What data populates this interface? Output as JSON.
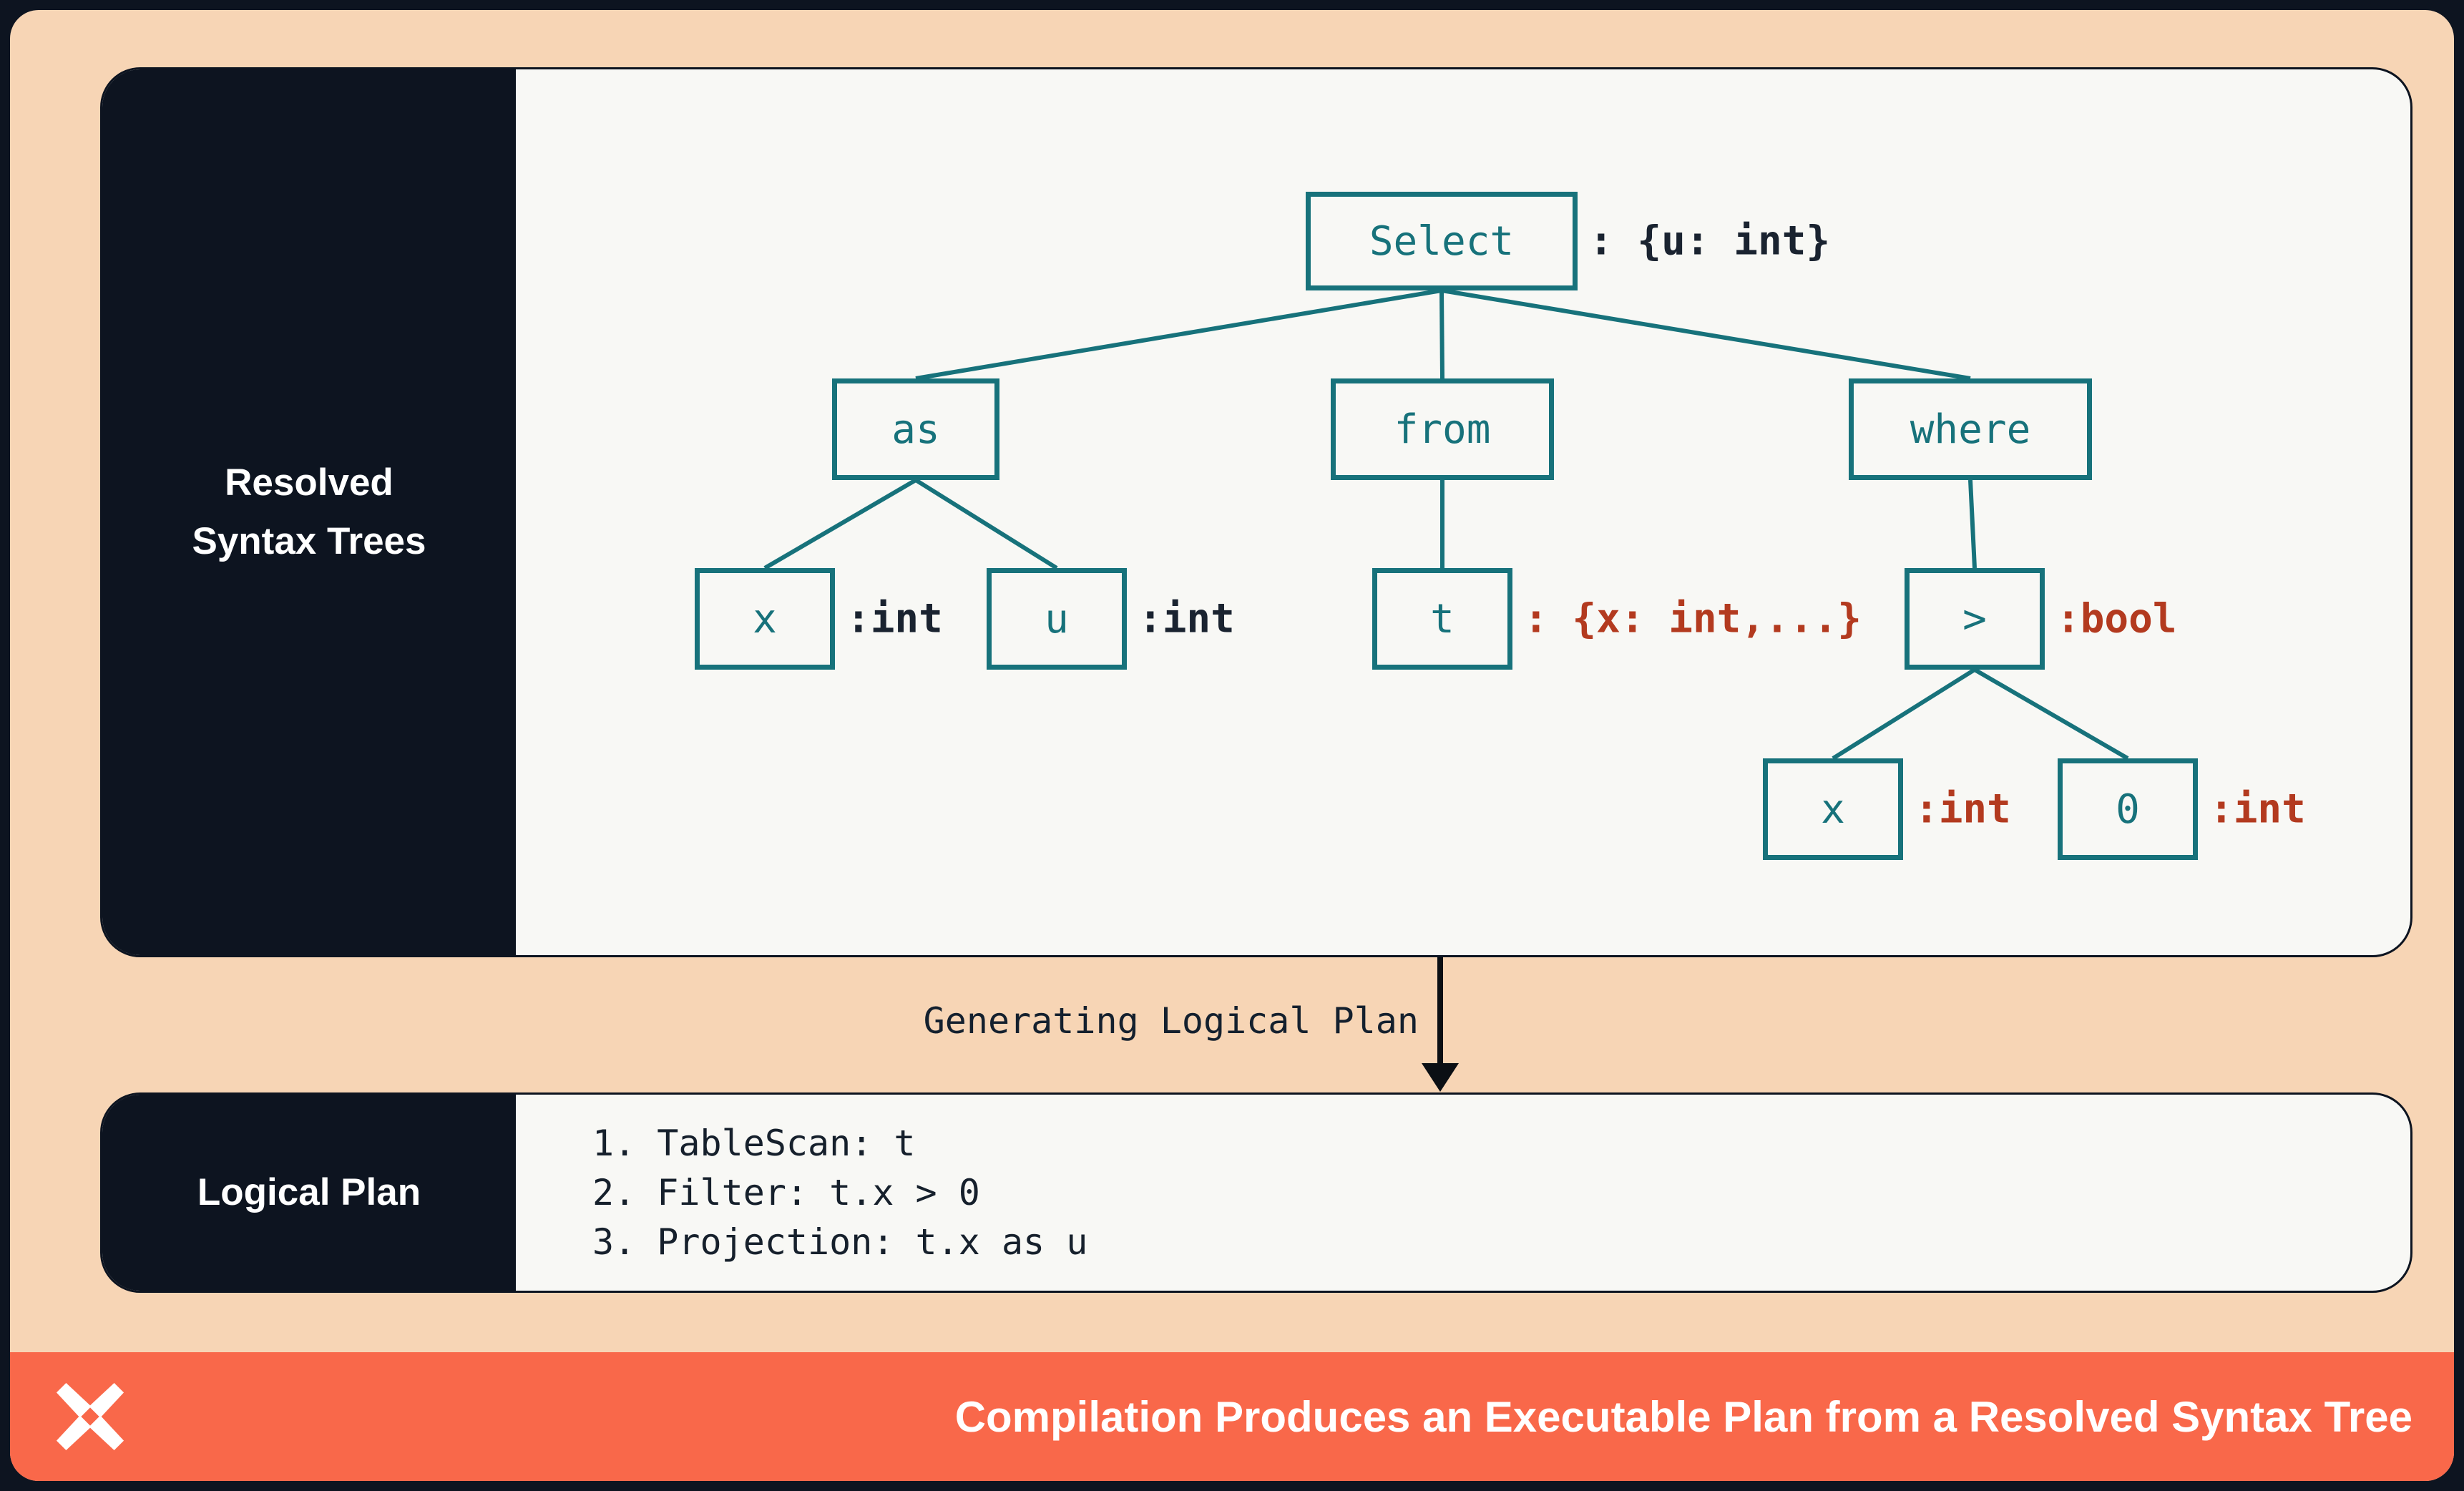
{
  "colors": {
    "background": "#0d1420",
    "container_peach": "#f7d5b5",
    "panel_light": "#f8f8f5",
    "sidebar_dark": "#0d1420",
    "node_teal": "#17727b",
    "annotation_red": "#b33a1f",
    "annotation_dark": "#1a2330",
    "footer_coral": "#f9684a",
    "text_light": "#ffffff"
  },
  "resolved_panel": {
    "title": "Resolved Syntax Trees",
    "title_lines": [
      "Resolved",
      "Syntax Trees"
    ]
  },
  "tree": {
    "nodes": {
      "select": {
        "label": "Select",
        "annotation": ": {u: int}"
      },
      "as": {
        "label": "as"
      },
      "from": {
        "label": "from"
      },
      "where": {
        "label": "where"
      },
      "x_as": {
        "label": "x",
        "annotation": ":int"
      },
      "u_as": {
        "label": "u",
        "annotation": ":int"
      },
      "t_from": {
        "label": "t",
        "annotation": ": {x: int,...}"
      },
      "gt_where": {
        "label": ">",
        "annotation": ":bool"
      },
      "x_gt": {
        "label": "x",
        "annotation": ":int"
      },
      "zero_gt": {
        "label": "0",
        "annotation": ":int"
      }
    }
  },
  "transition": {
    "label": "Generating Logical Plan"
  },
  "logical_panel": {
    "title": "Logical Plan",
    "steps": [
      "1. TableScan: t",
      "2. Filter: t.x > 0",
      "3. Projection: t.x as u"
    ]
  },
  "footer": {
    "caption": "Compilation Produces an Executable Plan from a Resolved Syntax Tree",
    "logo": "x-logo"
  }
}
